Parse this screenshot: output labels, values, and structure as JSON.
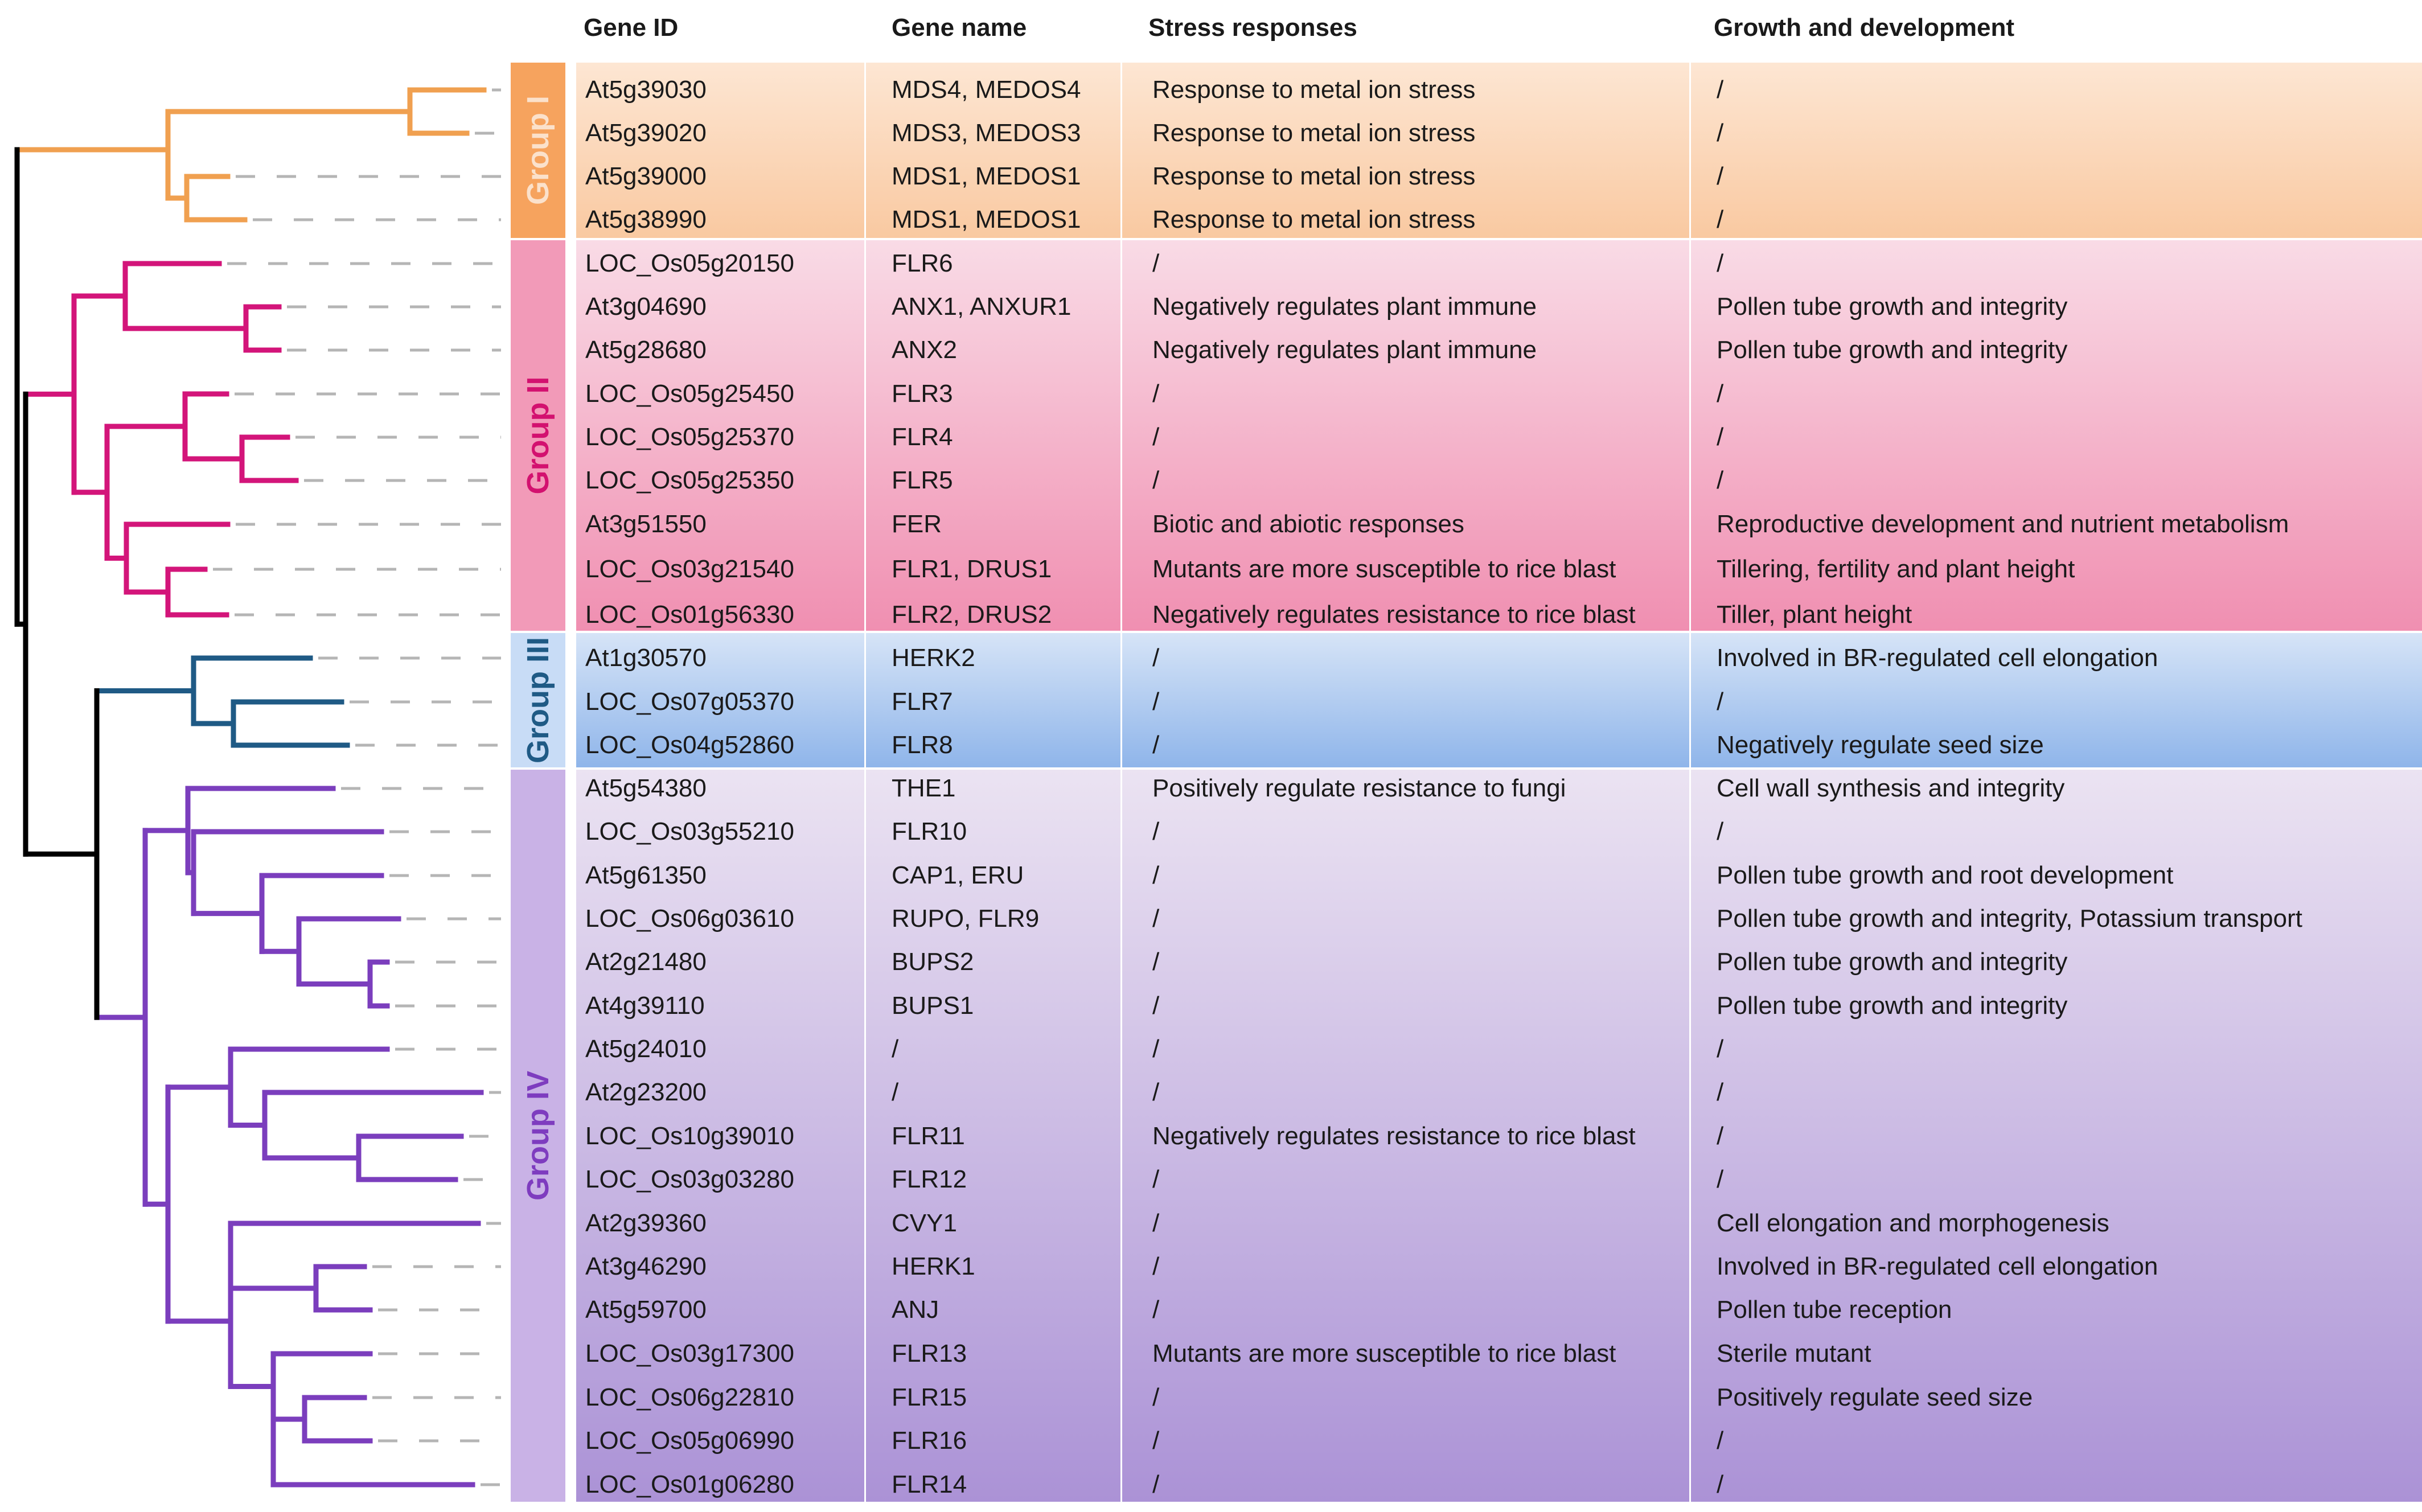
{
  "headers": {
    "gene_id": "Gene ID",
    "gene_name": "Gene name",
    "stress": "Stress responses",
    "growth": "Growth and development"
  },
  "groups": [
    {
      "label": "Group I",
      "color": "#f0a050"
    },
    {
      "label": "Group II",
      "color": "#d3157a"
    },
    {
      "label": "Group III",
      "color": "#1f5a85"
    },
    {
      "label": "Group IV",
      "color": "#7b3ebd"
    }
  ],
  "rows": [
    {
      "gene_id": "At5g39030",
      "gene_name": "MDS4, MEDOS4",
      "stress": "Response to metal ion stress",
      "growth": "/"
    },
    {
      "gene_id": "At5g39020",
      "gene_name": "MDS3, MEDOS3",
      "stress": "Response to metal ion stress",
      "growth": "/"
    },
    {
      "gene_id": "At5g39000",
      "gene_name": "MDS1, MEDOS1",
      "stress": "Response to metal ion stress",
      "growth": "/"
    },
    {
      "gene_id": "At5g38990",
      "gene_name": "MDS1, MEDOS1",
      "stress": "Response to metal ion stress",
      "growth": "/"
    },
    {
      "gene_id": "LOC_Os05g20150",
      "gene_name": "FLR6",
      "stress": "/",
      "growth": "/"
    },
    {
      "gene_id": "At3g04690",
      "gene_name": "ANX1, ANXUR1",
      "stress": "Negatively regulates plant immune",
      "growth": "Pollen tube growth and integrity"
    },
    {
      "gene_id": "At5g28680",
      "gene_name": "ANX2",
      "stress": "Negatively regulates plant immune",
      "growth": "Pollen tube growth and integrity"
    },
    {
      "gene_id": "LOC_Os05g25450",
      "gene_name": "FLR3",
      "stress": "/",
      "growth": "/"
    },
    {
      "gene_id": "LOC_Os05g25370",
      "gene_name": "FLR4",
      "stress": "/",
      "growth": "/"
    },
    {
      "gene_id": "LOC_Os05g25350",
      "gene_name": "FLR5",
      "stress": "/",
      "growth": "/"
    },
    {
      "gene_id": "At3g51550",
      "gene_name": "FER",
      "stress": "Biotic and abiotic responses",
      "growth": "Reproductive development and nutrient metabolism"
    },
    {
      "gene_id": "LOC_Os03g21540",
      "gene_name": "FLR1, DRUS1",
      "stress": "Mutants are more susceptible to rice blast",
      "growth": "Tillering, fertility and plant height"
    },
    {
      "gene_id": "LOC_Os01g56330",
      "gene_name": "FLR2, DRUS2",
      "stress": "Negatively regulates resistance to rice blast",
      "growth": "Tiller, plant height"
    },
    {
      "gene_id": "At1g30570",
      "gene_name": "HERK2",
      "stress": "/",
      "growth": "Involved in BR-regulated cell elongation"
    },
    {
      "gene_id": "LOC_Os07g05370",
      "gene_name": "FLR7",
      "stress": "/",
      "growth": "/"
    },
    {
      "gene_id": "LOC_Os04g52860",
      "gene_name": "FLR8",
      "stress": "/",
      "growth": "Negatively regulate seed size"
    },
    {
      "gene_id": "At5g54380",
      "gene_name": "THE1",
      "stress": "Positively regulate resistance to fungi",
      "growth": "Cell wall synthesis and integrity"
    },
    {
      "gene_id": "LOC_Os03g55210",
      "gene_name": "FLR10",
      "stress": "/",
      "growth": "/"
    },
    {
      "gene_id": "At5g61350",
      "gene_name": "CAP1, ERU",
      "stress": "/",
      "growth": "Pollen tube growth and root development"
    },
    {
      "gene_id": "LOC_Os06g03610",
      "gene_name": "RUPO, FLR9",
      "stress": "/",
      "growth": "Pollen tube growth and integrity, Potassium transport"
    },
    {
      "gene_id": "At2g21480",
      "gene_name": "BUPS2",
      "stress": "/",
      "growth": "Pollen tube growth and integrity"
    },
    {
      "gene_id": "At4g39110",
      "gene_name": "BUPS1",
      "stress": "/",
      "growth": "Pollen tube growth and integrity"
    },
    {
      "gene_id": "At5g24010",
      "gene_name": "/",
      "stress": "/",
      "growth": "/"
    },
    {
      "gene_id": "At2g23200",
      "gene_name": "/",
      "stress": "/",
      "growth": "/"
    },
    {
      "gene_id": "LOC_Os10g39010",
      "gene_name": "FLR11",
      "stress": "Negatively regulates resistance to rice blast",
      "growth": "/"
    },
    {
      "gene_id": "LOC_Os03g03280",
      "gene_name": "FLR12",
      "stress": "/",
      "growth": "/"
    },
    {
      "gene_id": "At2g39360",
      "gene_name": "CVY1",
      "stress": "/",
      "growth": "Cell elongation and morphogenesis"
    },
    {
      "gene_id": "At3g46290",
      "gene_name": "HERK1",
      "stress": "/",
      "growth": "Involved in BR-regulated cell elongation"
    },
    {
      "gene_id": "At5g59700",
      "gene_name": "ANJ",
      "stress": "/",
      "growth": "Pollen tube reception"
    },
    {
      "gene_id": "LOC_Os03g17300",
      "gene_name": "FLR13",
      "stress": "Mutants are more susceptible to rice blast",
      "growth": "Sterile mutant"
    },
    {
      "gene_id": "LOC_Os06g22810",
      "gene_name": "FLR15",
      "stress": "/",
      "growth": "Positively regulate seed size"
    },
    {
      "gene_id": "LOC_Os05g06990",
      "gene_name": "FLR16",
      "stress": "/",
      "growth": "/"
    },
    {
      "gene_id": "LOC_Os01g06280",
      "gene_name": "FLR14",
      "stress": "/",
      "growth": "/"
    }
  ],
  "tree_colors": {
    "root": "#000000",
    "dash": "#b5b5b5"
  }
}
